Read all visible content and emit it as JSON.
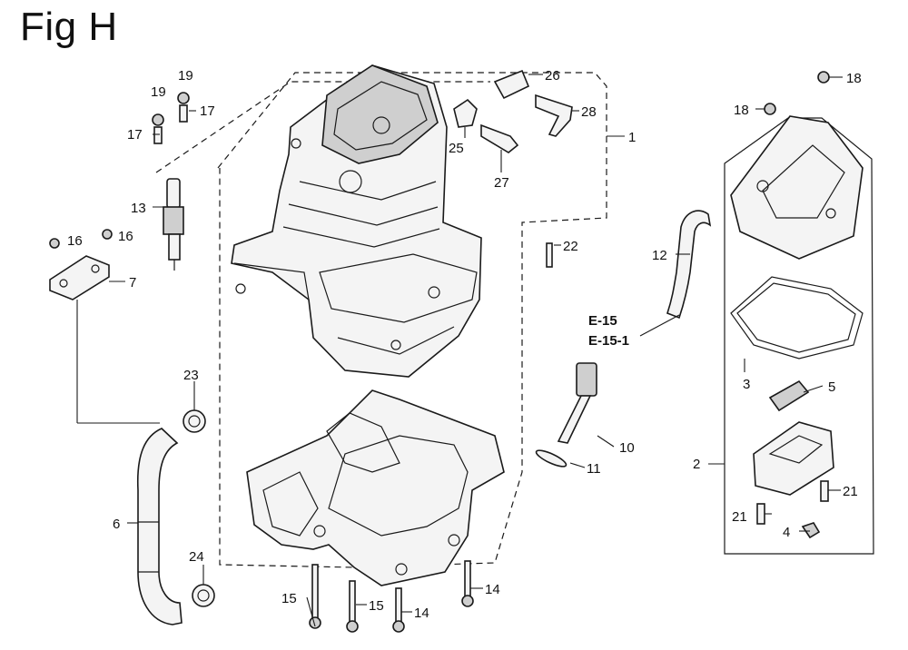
{
  "figure": {
    "title": "Fig H"
  },
  "references": {
    "ref1": "E-15",
    "ref2": "E-15-1"
  },
  "callouts": {
    "c1": "1",
    "c2": "2",
    "c3": "3",
    "c4": "4",
    "c5": "5",
    "c6": "6",
    "c7": "7",
    "c10": "10",
    "c11": "11",
    "c12": "12",
    "c13": "13",
    "c14a": "14",
    "c14b": "14",
    "c15a": "15",
    "c15b": "15",
    "c16a": "16",
    "c16b": "16",
    "c17a": "17",
    "c17b": "17",
    "c18a": "18",
    "c18b": "18",
    "c19a": "19",
    "c19b": "19",
    "c21a": "21",
    "c21b": "21",
    "c22": "22",
    "c23": "23",
    "c24": "24",
    "c25": "25",
    "c26": "26",
    "c27": "27",
    "c28": "28"
  }
}
